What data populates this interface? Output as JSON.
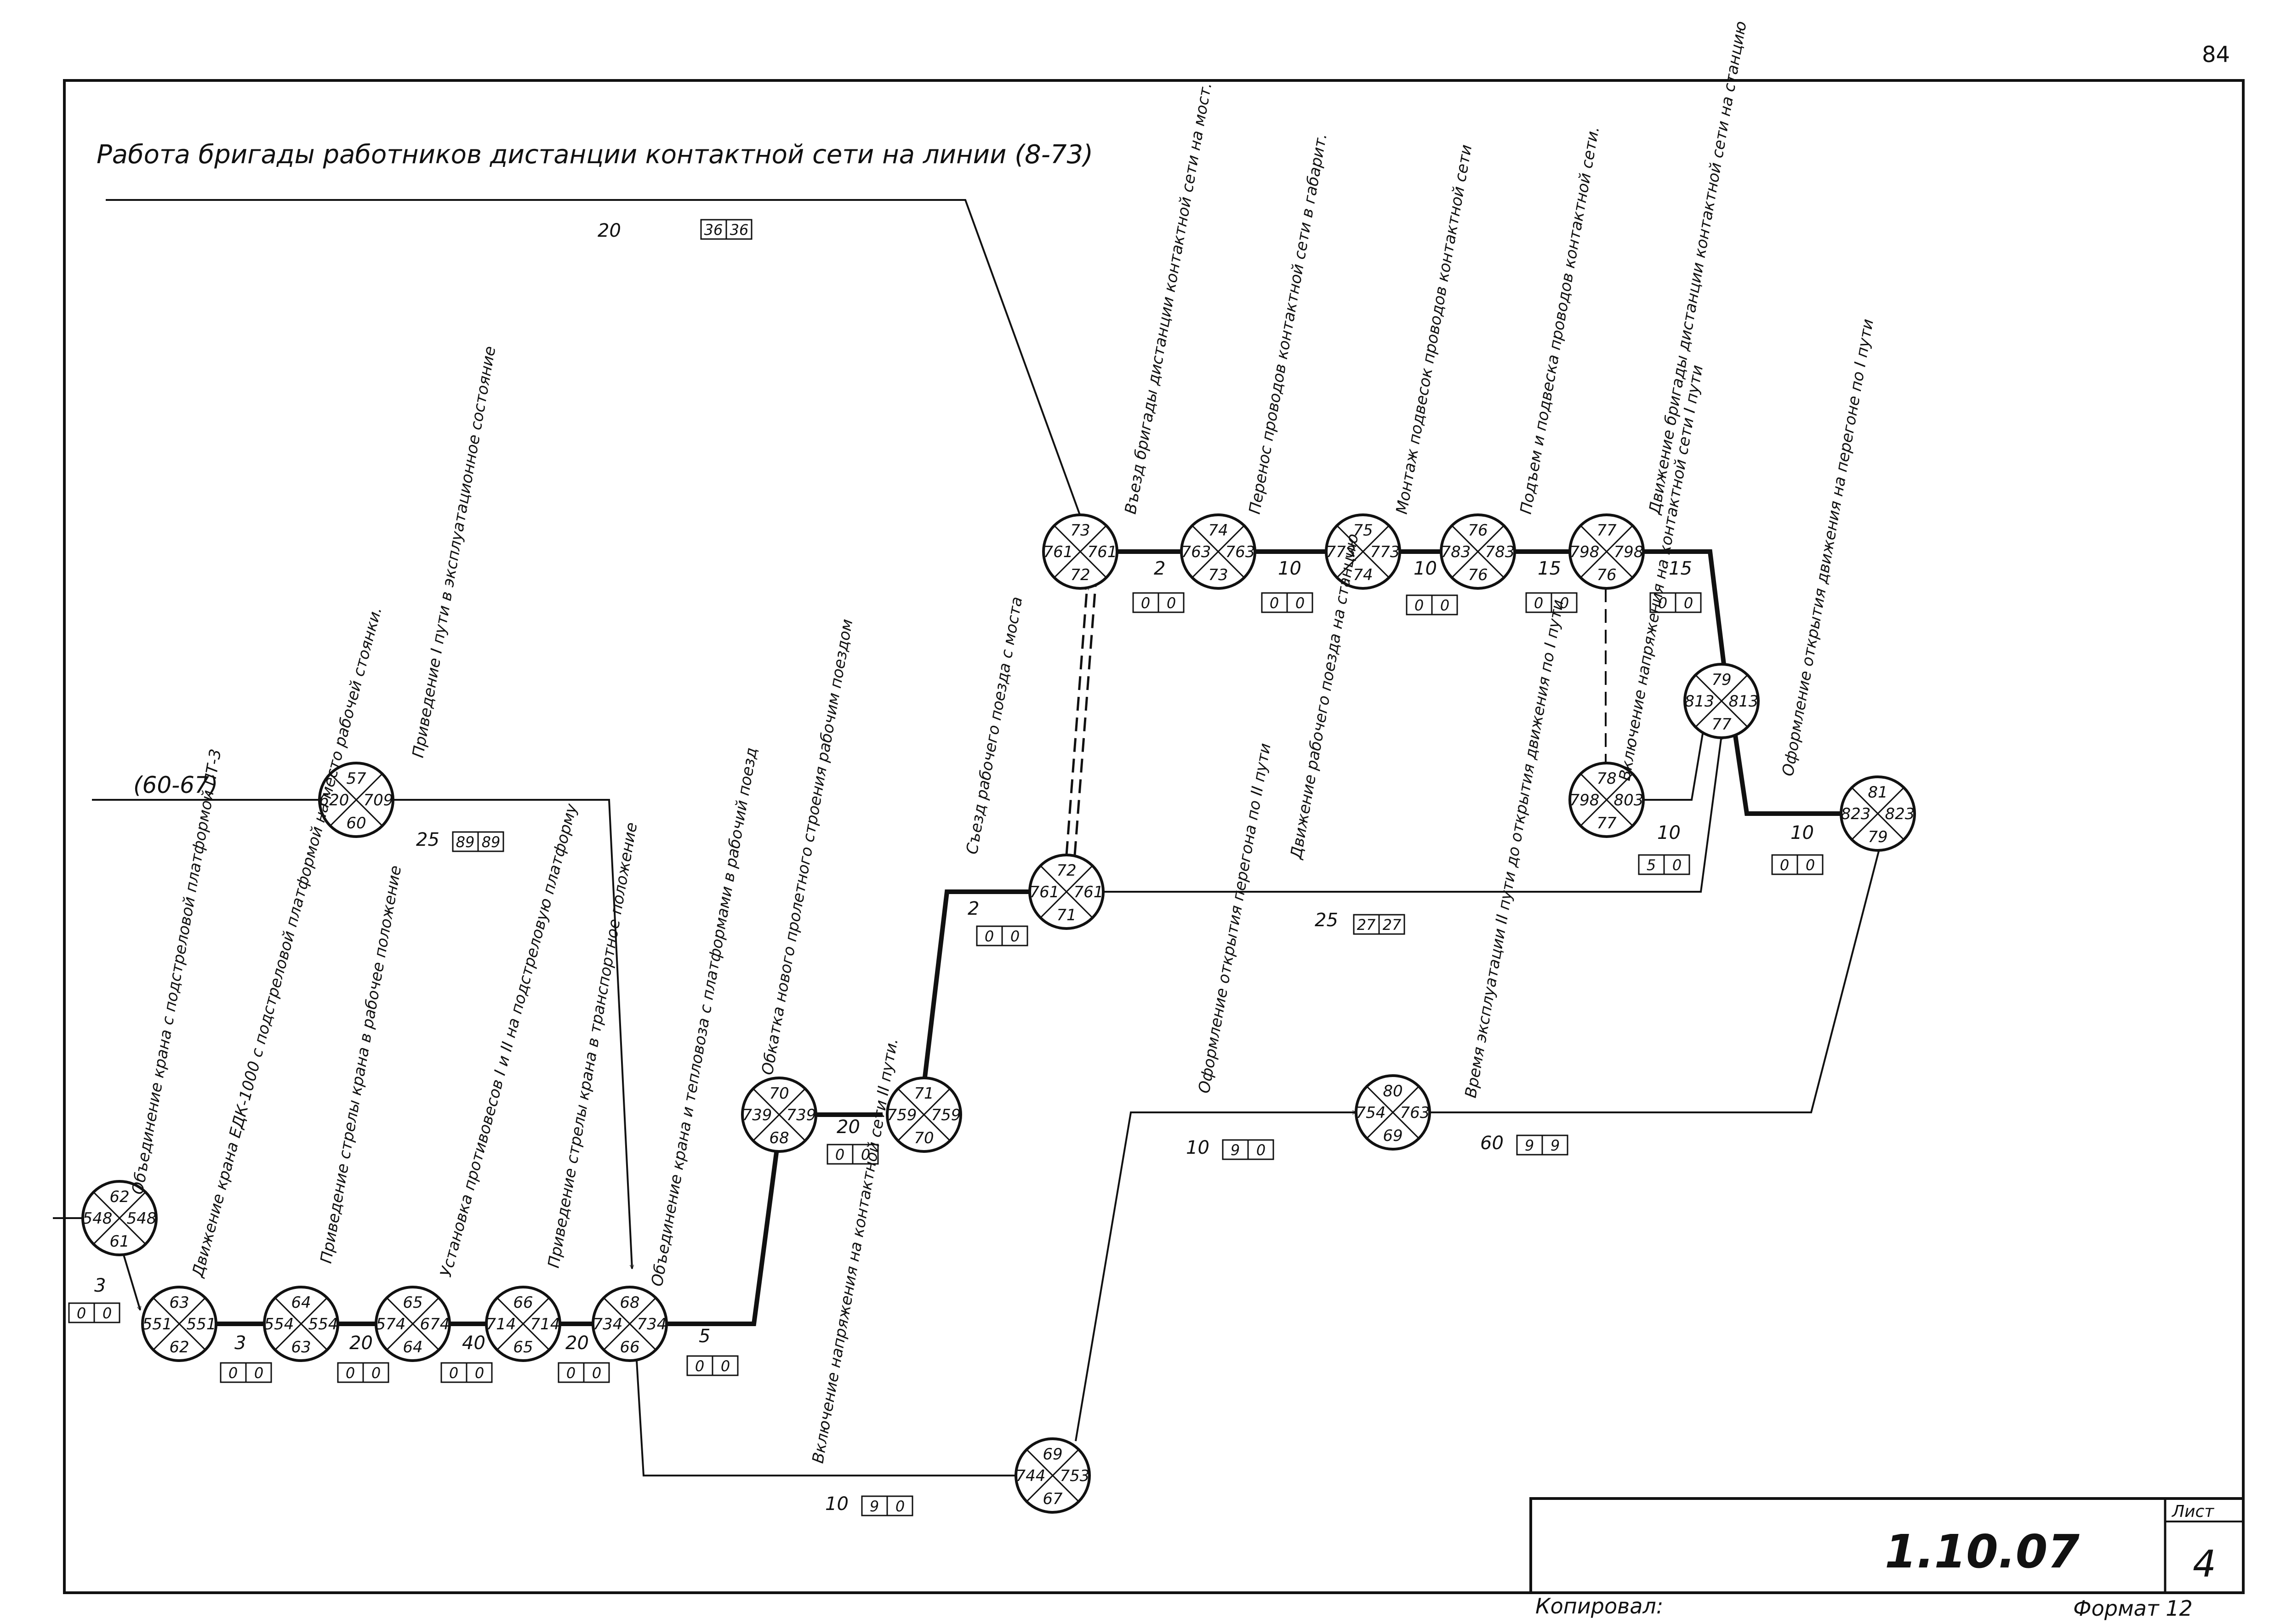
{
  "page_number": "84",
  "header_title": "Работа бригады работников дистанции контактной сети на линии (8-73)",
  "left_input_label": "(60-67)",
  "top_edge": {
    "duration": "20",
    "res": [
      "36",
      "36"
    ]
  },
  "nodes": [
    {
      "id": "62",
      "left": "548",
      "right": "548",
      "bottom": "61"
    },
    {
      "id": "63",
      "left": "551",
      "right": "551",
      "bottom": "62"
    },
    {
      "id": "64",
      "left": "554",
      "right": "554",
      "bottom": "63"
    },
    {
      "id": "65",
      "left": "574",
      "right": "674",
      "bottom": "64"
    },
    {
      "id": "66",
      "left": "714",
      "right": "714",
      "bottom": "65"
    },
    {
      "id": "68",
      "left": "734",
      "right": "734",
      "bottom": "66"
    },
    {
      "id": "57",
      "left": "620",
      "right": "709",
      "bottom": "60"
    },
    {
      "id": "70",
      "left": "739",
      "right": "739",
      "bottom": "68"
    },
    {
      "id": "71",
      "left": "759",
      "right": "759",
      "bottom": "70"
    },
    {
      "id": "72",
      "left": "761",
      "right": "761",
      "bottom": "71"
    },
    {
      "id": "69",
      "left": "744",
      "right": "753",
      "bottom": "67"
    },
    {
      "id": "80",
      "left": "754",
      "right": "763",
      "bottom": "69"
    },
    {
      "id": "73",
      "left": "761",
      "right": "761",
      "bottom": "72"
    },
    {
      "id": "74",
      "left": "763",
      "right": "763",
      "bottom": "73"
    },
    {
      "id": "75",
      "left": "773",
      "right": "773",
      "bottom": "74"
    },
    {
      "id": "76",
      "left": "783",
      "right": "783",
      "bottom": "76"
    },
    {
      "id": "77",
      "left": "798",
      "right": "798",
      "bottom": "76"
    },
    {
      "id": "78",
      "left": "798",
      "right": "803",
      "bottom": "77"
    },
    {
      "id": "79",
      "left": "813",
      "right": "813",
      "bottom": "77"
    },
    {
      "id": "81",
      "left": "823",
      "right": "823",
      "bottom": "79"
    }
  ],
  "edges": [
    {
      "duration": "3",
      "res": [
        "0",
        "0"
      ],
      "label": ""
    },
    {
      "duration": "3",
      "res": [
        "0",
        "0"
      ],
      "label": "Движение крана ЕДК-1000 с подстреловой платформой на место рабочей стоянки."
    },
    {
      "duration": "20",
      "res": [
        "0",
        "0"
      ],
      "label": "Приведение стрелы крана в рабочее положение"
    },
    {
      "duration": "40",
      "res": [
        "0",
        "0"
      ],
      "label": "Установка противовесов I и II на подстреловую платформу"
    },
    {
      "duration": "20",
      "res": [
        "0",
        "0"
      ],
      "label": "Приведение стрелы крана в транспортное положение"
    },
    {
      "duration": "5",
      "res": [
        "0",
        "0"
      ],
      "label": "Объединение крана и тепловоза с платформами в рабочий поезд"
    },
    {
      "duration": "25",
      "res": [
        "89",
        "89"
      ],
      "label": "Приведение I пути в эксплуатационное состояние"
    },
    {
      "duration": "20",
      "res": [
        "0",
        "0"
      ],
      "label": "Обкатка нового пролетного строения рабочим поездом"
    },
    {
      "duration": "2",
      "res": [
        "0",
        "0"
      ],
      "label": "Съезд рабочего поезда с моста"
    },
    {
      "duration": "25",
      "res": [
        "27",
        "27"
      ],
      "label": "Движение рабочего поезда на станцию"
    },
    {
      "duration": "10",
      "res": [
        "9",
        "0"
      ],
      "label": "Включение напряжения на контактной сети II пути."
    },
    {
      "duration": "10",
      "res": [
        "9",
        "0"
      ],
      "label": "Оформление открытия перегона по II пути"
    },
    {
      "duration": "60",
      "res": [
        "9",
        "9"
      ],
      "label": "Время эксплуатации II пути до открытия движения по I пути"
    },
    {
      "duration": "2",
      "res": [
        "0",
        "0"
      ],
      "label": "Въезд бригады дистанции контактной сети на мост."
    },
    {
      "duration": "10",
      "res": [
        "0",
        "0"
      ],
      "label": "Перенос проводов контактной сети в габарит."
    },
    {
      "duration": "10",
      "res": [
        "0",
        "0"
      ],
      "label": "Монтаж подвесок проводов контактной сети"
    },
    {
      "duration": "15",
      "res": [
        "0",
        "0"
      ],
      "label": "Подъем и подвеска проводов контактной сети."
    },
    {
      "duration": "15",
      "res": [
        "0",
        "0"
      ],
      "label": "Движение бригады дистанции контактной сети на станцию"
    },
    {
      "duration": "10",
      "res": [
        "5",
        "0"
      ],
      "label": "Включение напряжения на контактной сети I пути"
    },
    {
      "duration": "10",
      "res": [
        "0",
        "0"
      ],
      "label": "Оформление открытия движения на перегоне по I пути"
    }
  ],
  "extra_label_62": "Объединение крана с подстреловой платформой ПТ-3",
  "title_block": {
    "code": "1.10.07",
    "sheet_label": "Лист",
    "sheet_number": "4",
    "copied_by": "Копировал:",
    "format": "Формат 12"
  }
}
